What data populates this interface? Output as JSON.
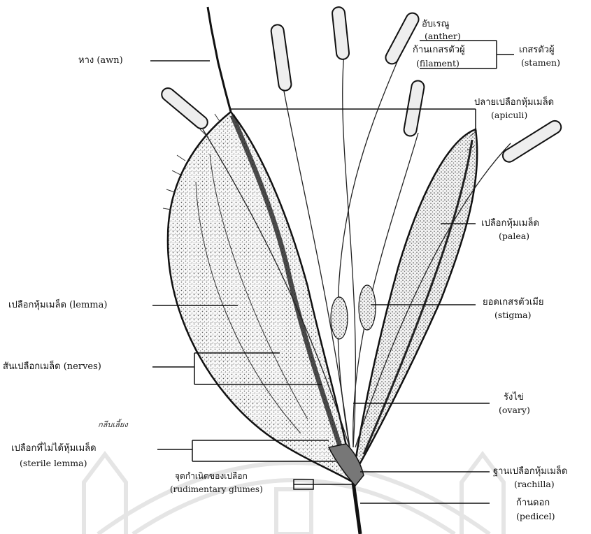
{
  "labels": {
    "awn": "หาง (awn)",
    "anther_th": "อับเรณู",
    "anther_en": "(anther)",
    "filament_th": "ก้านเกสรตัวผู้",
    "filament_en": "(filament)",
    "stamen_th": "เกสรตัวผู้",
    "stamen_en": "(stamen)",
    "apiculi_th": "ปลายเปลือกหุ้มเมล็ด",
    "apiculi_en": "(apiculi)",
    "palea_th": "เปลือกหุ้มเมล็ด",
    "palea_en": "(palea)",
    "lemma": "เปลือกหุ้มเมล็ด (lemma)",
    "stigma_th": "ยอดเกสรตัวเมีย",
    "stigma_en": "(stigma)",
    "nerves": "สันเปลือกเมล็ด (nerves)",
    "ovary_th": "รังไข่",
    "ovary_en": "(ovary)",
    "handwritten": "กลีบเลี้ยง",
    "sterile_th": "เปลือกที่ไม่ได้หุ้มเมล็ด",
    "sterile_en": "(sterile lemma)",
    "rachilla_th": "ฐานเปลือกหุ้มเมล็ด",
    "rachilla_en": "(rachilla)",
    "glumes_th": "จุดกำเนิดของเปลือก",
    "glumes_en": "(rudimentary glumes)",
    "pedicel_th": "ก้านดอก",
    "pedicel_en": "(pedicel)"
  }
}
